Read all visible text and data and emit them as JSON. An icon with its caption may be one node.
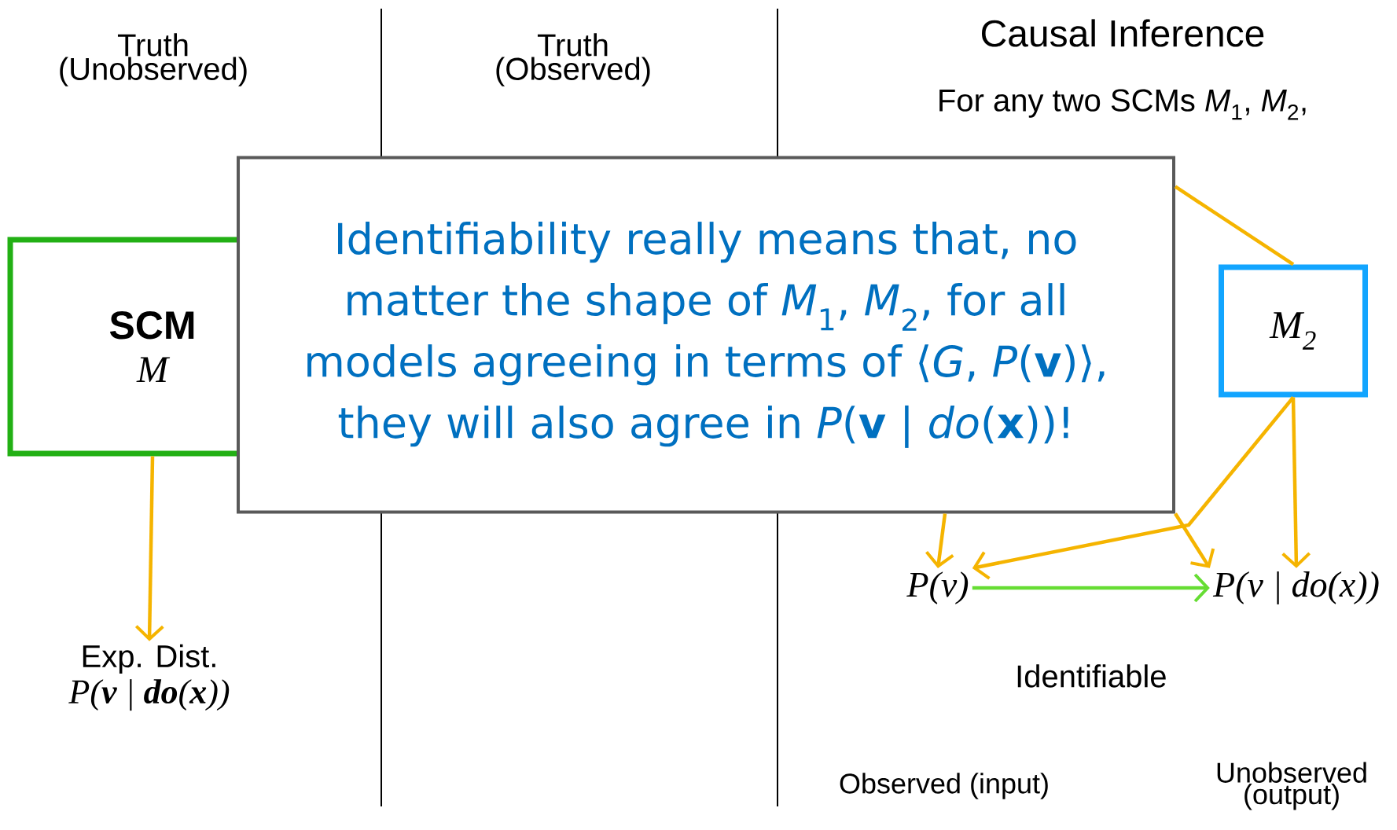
{
  "diagram": {
    "nodes": [
      {
        "text": [
          "SCM",
          "M"
        ]
      },
      {
        "text": [
          "Exp. Dist.",
          "P(**v** | **do**(**x**))"
        ]
      },
      {
        "text": [
          "Identifiability really means that, no matter the shape of *M*$_{1}$, *M*$_{2}$, for all models agreeing in terms of ⟨*G*, *P*(**v**)⟩, they will also agree in *P*(**v** | *do*(**x**))!"
        ]
      },
      {
        "text": [
          "M$_{2}$"
        ]
      },
      {
        "text": [
          "P(v)"
        ]
      },
      {
        "text": [
          "P(v | do(x))"
        ]
      }
    ],
    "edges": [
      {
        "from": 0,
        "to": 1,
        "arrow": "to"
      },
      {
        "from": 2,
        "to": 3,
        "arrow": "none"
      },
      {
        "from": 3,
        "to": 4,
        "arrow": "to"
      },
      {
        "from": 3,
        "to": 5,
        "arrow": "to"
      },
      {
        "from": 2,
        "to": 5,
        "arrow": "to"
      },
      {
        "from": 2,
        "to": 4,
        "arrow": "to"
      },
      {
        "from": 4,
        "to": 5,
        "arrow": "to",
        "label": "Identifiable",
        "color": "#66dd33"
      }
    ],
    "labels": [
      "Truth (Unobserved)",
      "Truth (Observed)",
      "Causal Inference",
      "For any two SCMs *M*$_{1}$, *M*$_{2}$,",
      "Observed (input)",
      "Unobserved (output)"
    ]
  }
}
